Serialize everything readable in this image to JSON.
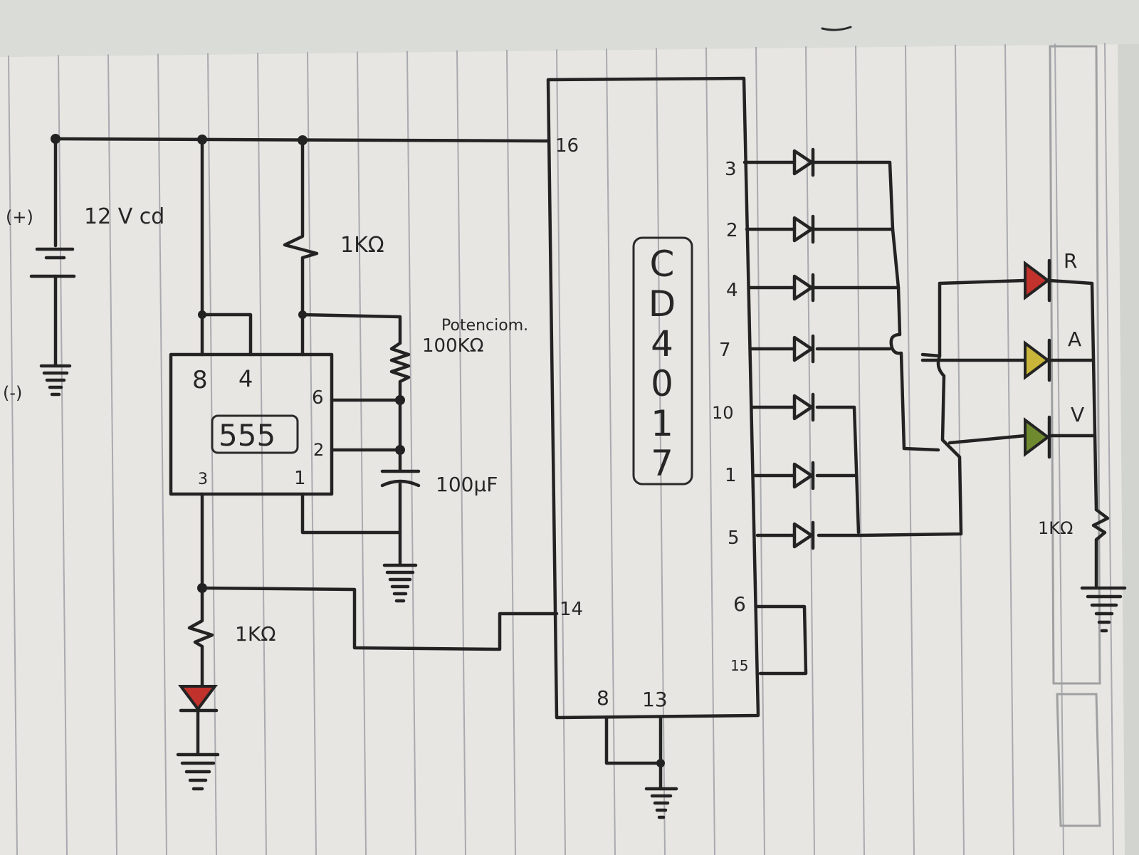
{
  "battery": {
    "plus": "(+)",
    "minus": "(-)",
    "voltage": "12 V cd"
  },
  "timer": {
    "label": "555",
    "pins": {
      "p8": "8",
      "p4": "4",
      "p6": "6",
      "p2": "2",
      "p3": "3",
      "p1": "1"
    }
  },
  "components": {
    "r_top": "1KΩ",
    "pot_title": "Potenciom.",
    "pot_value": "100KΩ",
    "cap": "100μF",
    "r_led": "1KΩ",
    "r_out": "1KΩ"
  },
  "counter": {
    "name": [
      "C",
      "D",
      "4",
      "0",
      "1",
      "7"
    ],
    "pins": {
      "p16": "16",
      "p14": "14",
      "p8": "8",
      "p13": "13",
      "p3": "3",
      "p2": "2",
      "p4": "4",
      "p7": "7",
      "p10": "10",
      "p1": "1",
      "p5": "5",
      "p6": "6",
      "p15": "15"
    }
  },
  "leds": {
    "r": "R",
    "a": "A",
    "v": "V"
  },
  "colors": {
    "paper": "#ece9e4",
    "line": "#a9aab0",
    "ink": "#232323",
    "led_red": "#c0322b",
    "led_yellow": "#c8b53a",
    "led_green": "#6f8a2e"
  }
}
